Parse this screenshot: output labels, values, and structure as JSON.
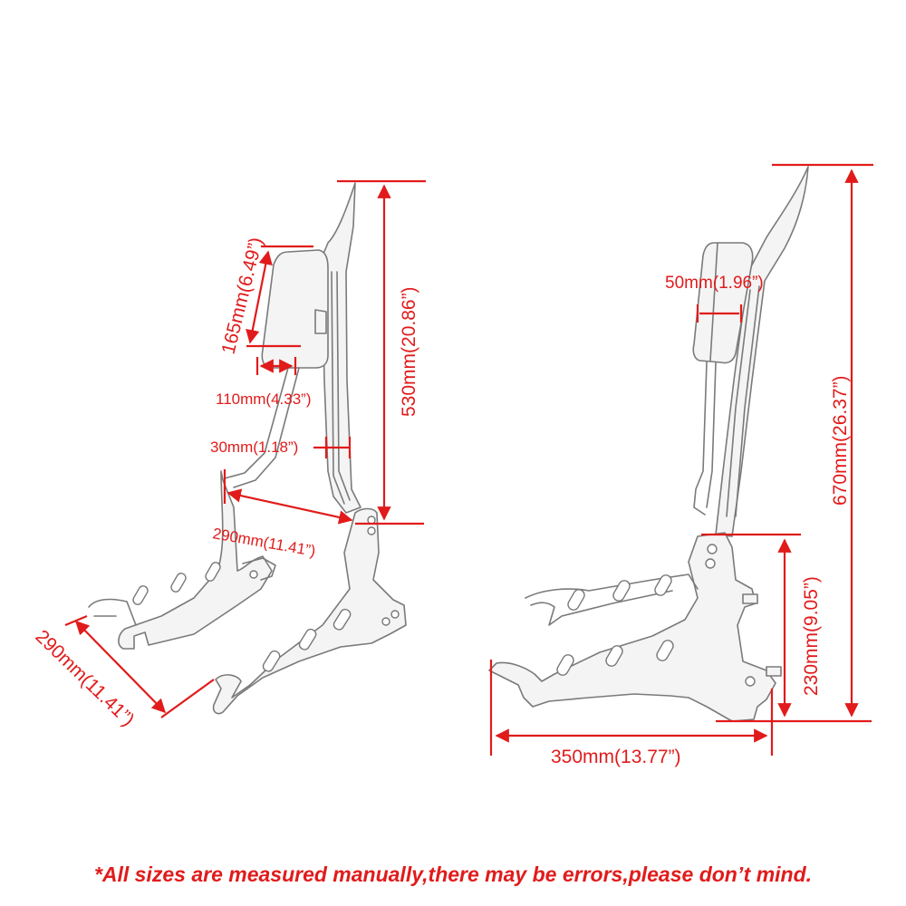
{
  "colors": {
    "dimension": "#e11b1b",
    "outline": "#7a7a7a"
  },
  "left_view": {
    "pad_height": "165mm(6.49”)",
    "pad_width": "110mm(4.33”)",
    "upright_width": "30mm(1.18”)",
    "total_height": "530mm(20.86”)",
    "inner_span": "290mm(11.41”)",
    "base_span": "290mm(11.41”)"
  },
  "right_view": {
    "pad_thickness": "50mm(1.96”)",
    "total_height": "670mm(26.37”)",
    "mount_height": "230mm(9.05”)",
    "base_depth": "350mm(13.77”)"
  },
  "footer_note": "*All sizes are measured manually,there may be errors,please don’t mind."
}
